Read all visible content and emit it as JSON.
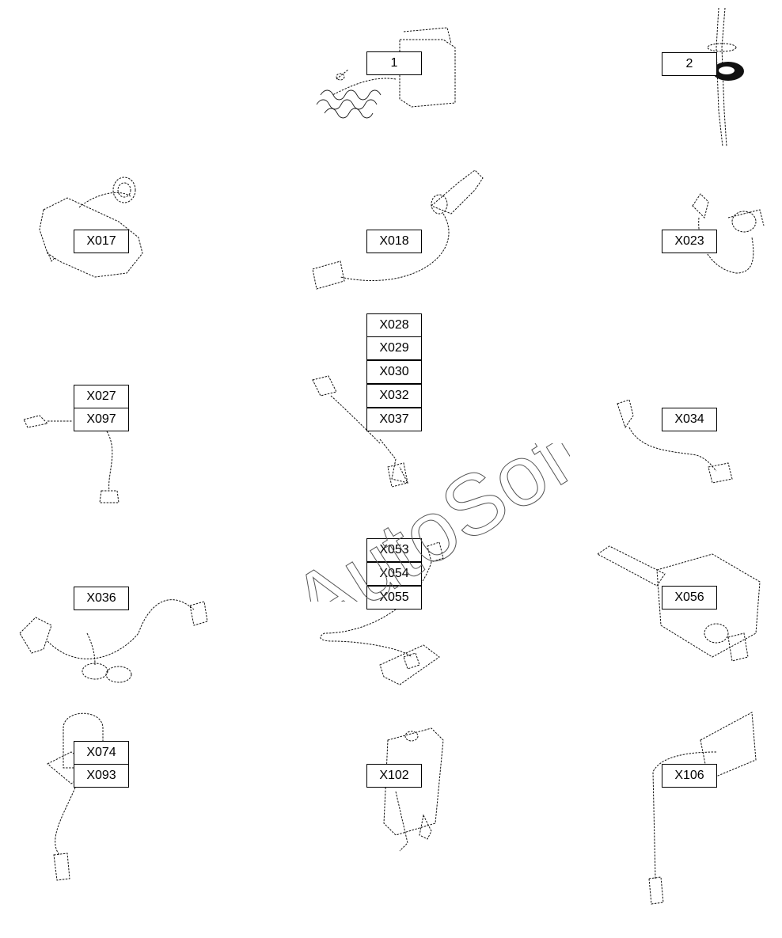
{
  "watermark": "AutoSoft",
  "labels": {
    "l1": "1",
    "l2": "2",
    "x017": "X017",
    "x018": "X018",
    "x023": "X023",
    "x027": "X027",
    "x097": "X097",
    "x028": "X028",
    "x029": "X029",
    "x030": "X030",
    "x032": "X032",
    "x037": "X037",
    "x034": "X034",
    "x036": "X036",
    "x053": "X053",
    "x054": "X054",
    "x055": "X055",
    "x056": "X056",
    "x074": "X074",
    "x093": "X093",
    "x102": "X102",
    "x106": "X106"
  }
}
